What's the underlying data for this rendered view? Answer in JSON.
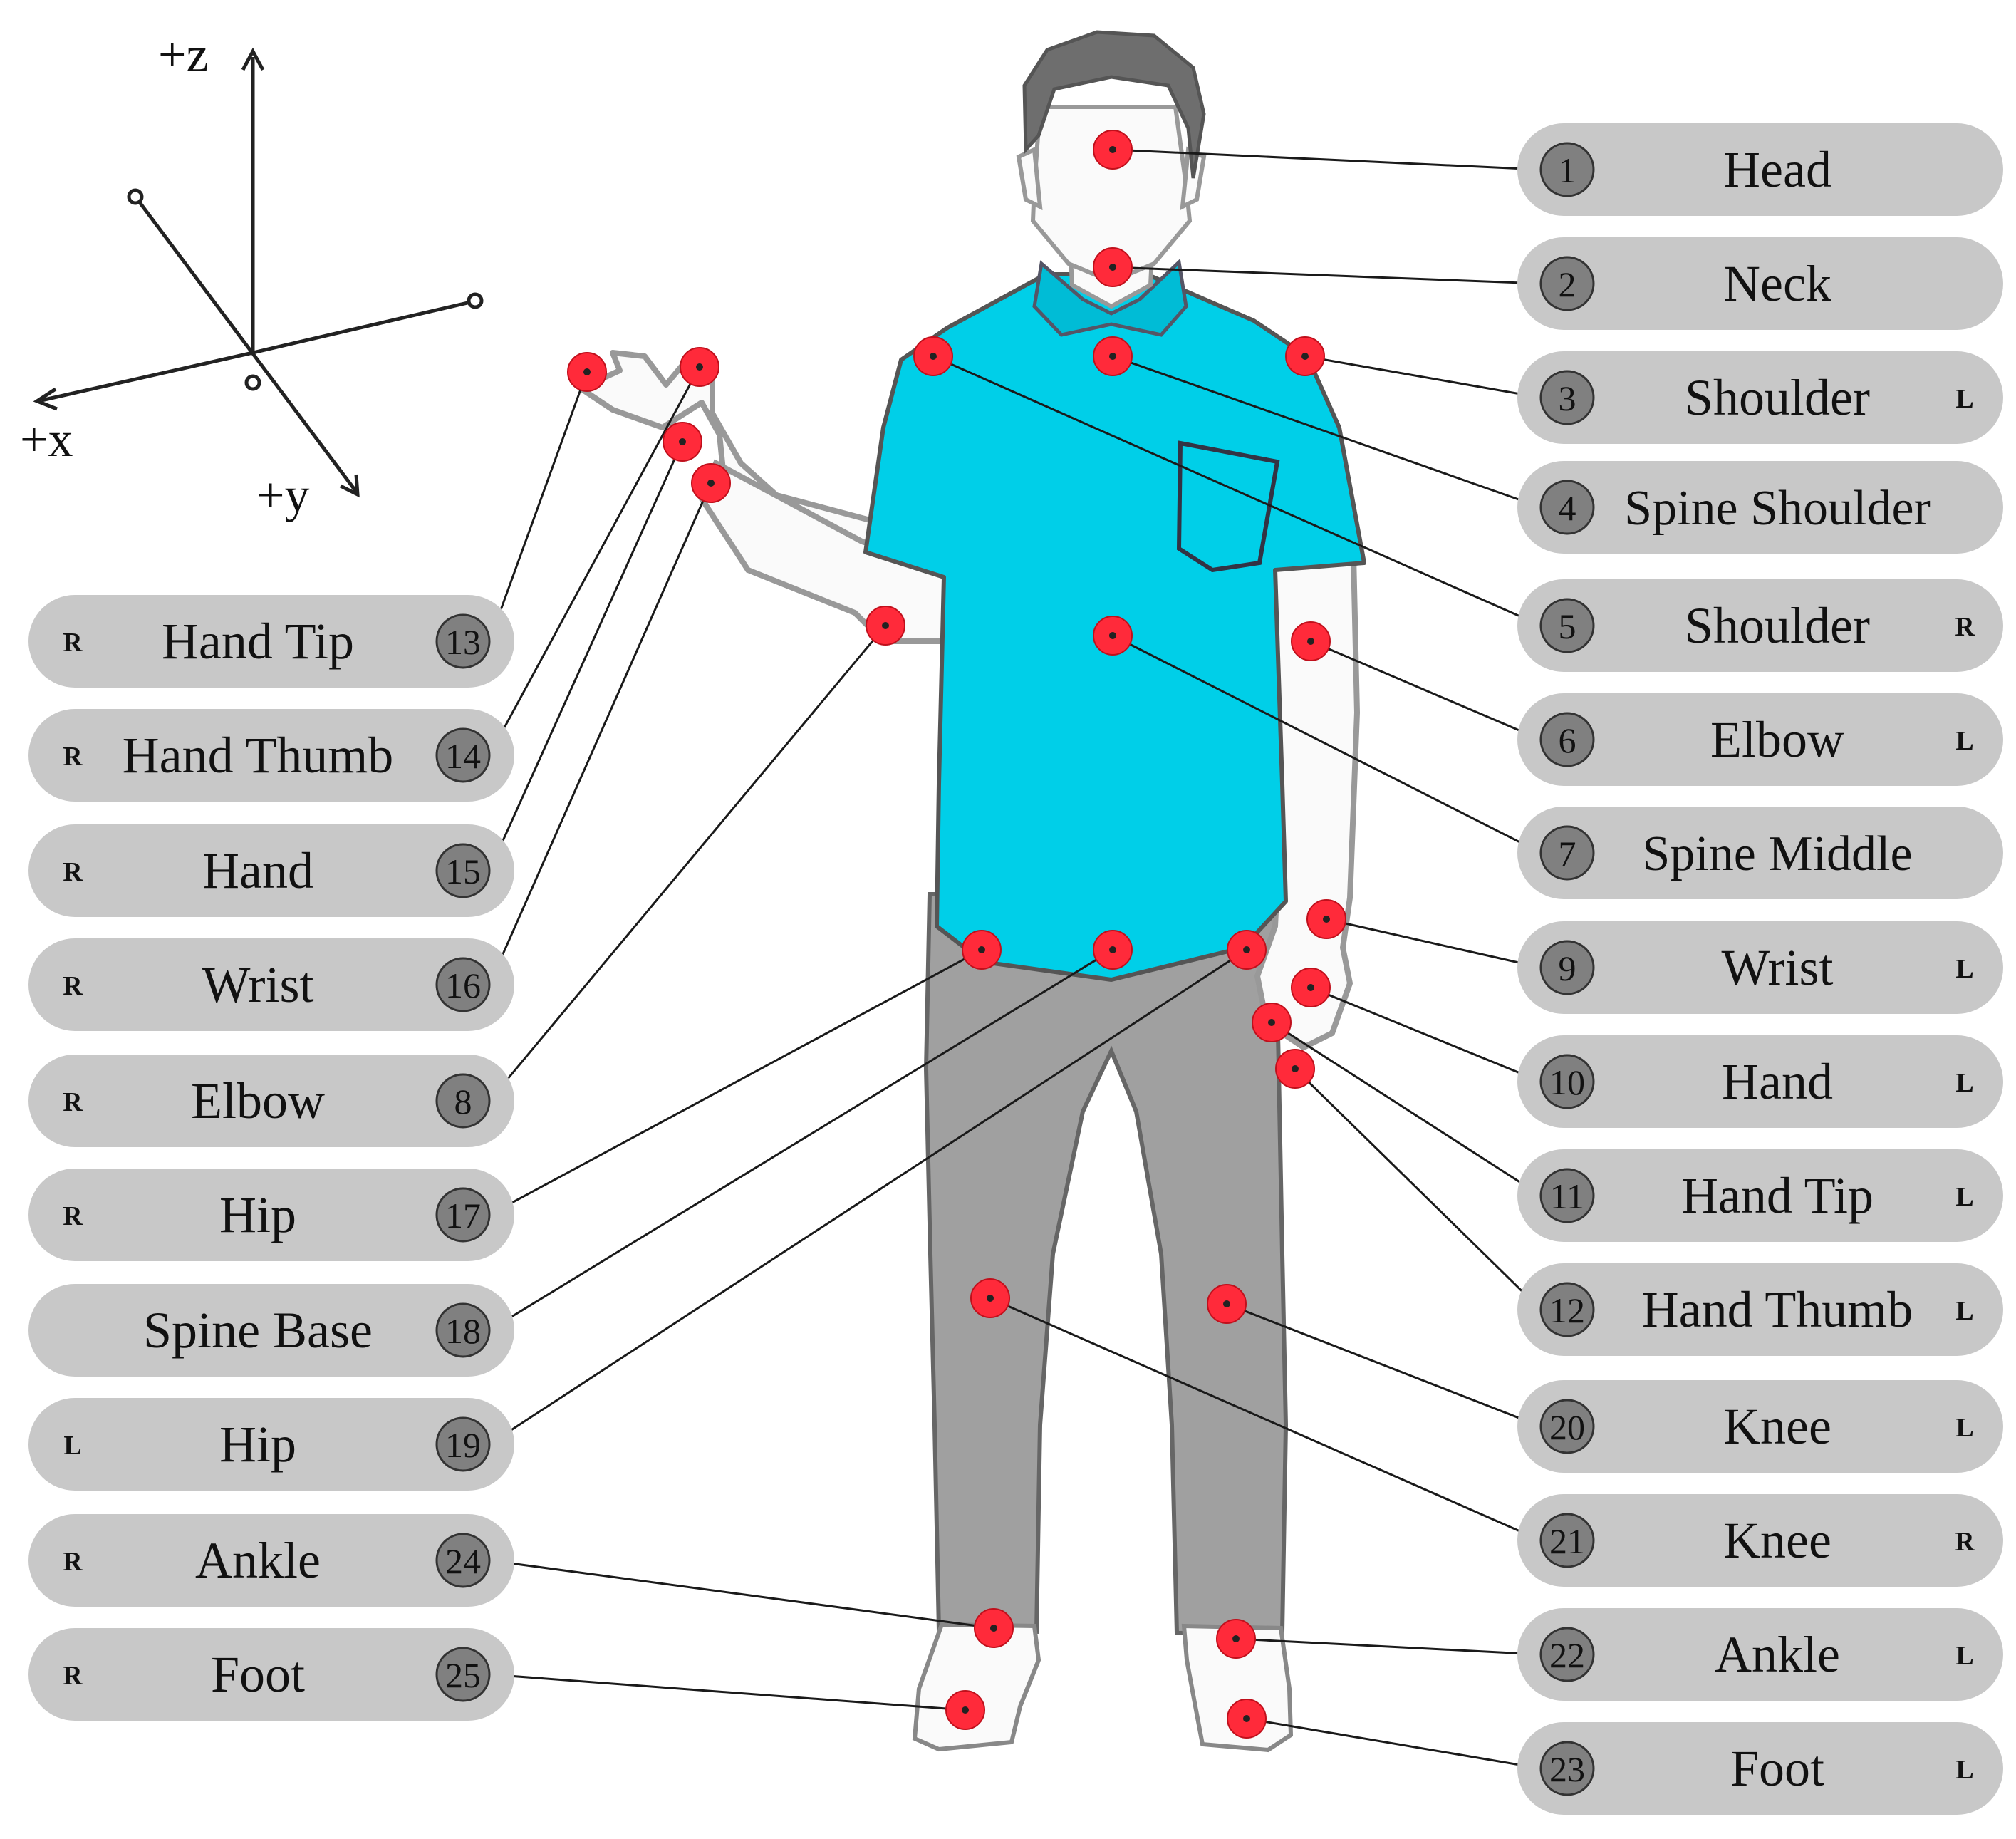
{
  "axes": {
    "z_label": "+z",
    "x_label": "+x",
    "y_label": "+y"
  },
  "colors": {
    "shirt": "#00cfe8",
    "pants": "#a0a0a0",
    "joint": "#ff2a3a",
    "label_bg": "#c8c8c8",
    "badge_bg": "#808080",
    "line": "#1a1a1a"
  },
  "joints": [
    {
      "id": "1",
      "name": "Head",
      "side": ""
    },
    {
      "id": "2",
      "name": "Neck",
      "side": ""
    },
    {
      "id": "3",
      "name": "Shoulder",
      "side": "L"
    },
    {
      "id": "4",
      "name": "Spine Shoulder",
      "side": ""
    },
    {
      "id": "5",
      "name": "Shoulder",
      "side": "R"
    },
    {
      "id": "6",
      "name": "Elbow",
      "side": "L"
    },
    {
      "id": "7",
      "name": "Spine Middle",
      "side": ""
    },
    {
      "id": "9",
      "name": "Wrist",
      "side": "L"
    },
    {
      "id": "10",
      "name": "Hand",
      "side": "L"
    },
    {
      "id": "11",
      "name": "Hand Tip",
      "side": "L"
    },
    {
      "id": "12",
      "name": "Hand Thumb",
      "side": "L"
    },
    {
      "id": "20",
      "name": "Knee",
      "side": "L"
    },
    {
      "id": "21",
      "name": "Knee",
      "side": "R"
    },
    {
      "id": "22",
      "name": "Ankle",
      "side": "L"
    },
    {
      "id": "23",
      "name": "Foot",
      "side": "L"
    },
    {
      "id": "13",
      "name": "Hand Tip",
      "side": "R"
    },
    {
      "id": "14",
      "name": "Hand Thumb",
      "side": "R"
    },
    {
      "id": "15",
      "name": "Hand",
      "side": "R"
    },
    {
      "id": "16",
      "name": "Wrist",
      "side": "R"
    },
    {
      "id": "8",
      "name": "Elbow",
      "side": "R"
    },
    {
      "id": "17",
      "name": "Hip",
      "side": "R"
    },
    {
      "id": "18",
      "name": "Spine Base",
      "side": ""
    },
    {
      "id": "19",
      "name": "Hip",
      "side": "L"
    },
    {
      "id": "24",
      "name": "Ankle",
      "side": "R"
    },
    {
      "id": "25",
      "name": "Foot",
      "side": "R"
    }
  ]
}
